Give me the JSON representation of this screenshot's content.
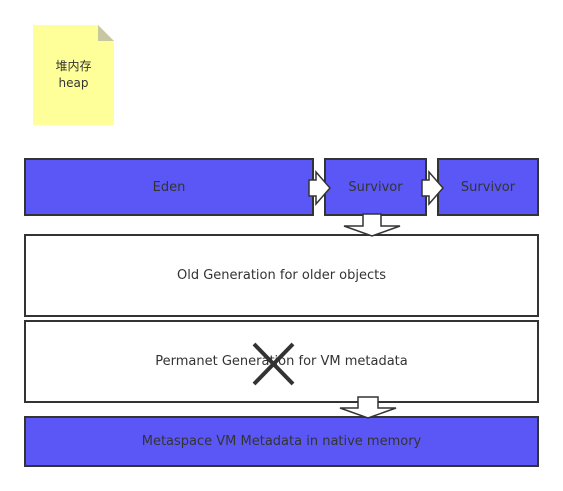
{
  "note": {
    "line1": "堆内存",
    "line2": "heap"
  },
  "boxes": {
    "eden": "Eden",
    "survivor1": "Survivor",
    "survivor2": "Survivor",
    "old": "Old Generation for older objects",
    "permgen": "Permanet Generation for VM metadata",
    "metaspace": "Metaspace VM Metadata in native memory"
  },
  "colors": {
    "generation_fill": "#5b57f6",
    "note_fill": "#ffff99",
    "stroke": "#333333",
    "background": "#ffffff"
  },
  "icons": {
    "permgen_mark": "cross-icon"
  }
}
